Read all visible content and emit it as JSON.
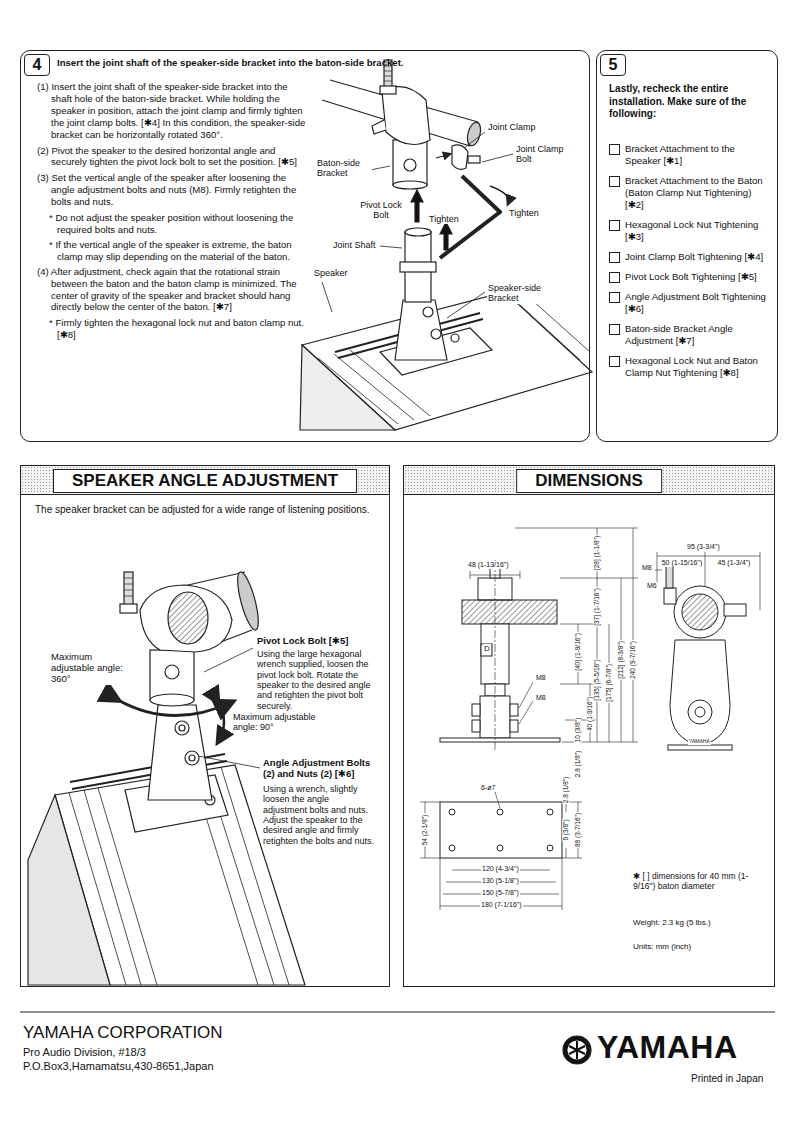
{
  "diagram": {
    "nodes": [
      {
        "text": [
          "4",
          "Insert the joint shaft of the speaker-side bracket into the baton-side bracket.",
          "(1) Insert the joint shaft of the speaker-side bracket into the shaft hole of the baton-side bracket. While holding the speaker in position, attach the joint clamp and firmly tighten the joint clamp bolts. [✱4] In this condition, the speaker-side bracket can be horizontally rotated 360°.",
          "(2) Pivot the speaker to the desired horizontal angle and securely tighten the pivot lock bolt to set the position. [✱5]",
          "(3) Set the vertical angle of the speaker after loosening the angle adjustment bolts and nuts (M8). Firmly retighten the bolts and nuts.",
          "* Do not adjust the speaker position without loosening the required bolts and nuts.",
          "* If the vertical angle of the speaker is extreme, the baton clamp may slip depending on the material of the baton.",
          "(4) After adjustment, check again that the rotational strain between the baton and the baton clamp is minimized. The center of gravity of the speaker and bracket should hang directly below the center of the baton. [✱7]",
          "* Firmly tighten the hexagonal lock nut and baton clamp nut. [✱8]"
        ]
      },
      {
        "text": [
          "5",
          "Lastly, recheck the entire installation. Make sure of the following:",
          "Bracket Attachment to the Speaker [✱1]",
          "Bracket Attachment to the Baton (Baton Clamp Nut Tightening) [✱2]",
          "Hexagonal Lock Nut Tightening [✱3]",
          "Joint Clamp Bolt Tightening [✱4]",
          "Pivot Lock Bolt Tightening [✱5]",
          "Angle Adjustment Bolt Tightening [✱6]",
          "Baton-side Bracket Angle Adjustment [✱7]",
          "Hexagonal Lock Nut and Baton Clamp Nut Tightening [✱8]"
        ]
      },
      {
        "text": [
          "SPEAKER ANGLE ADJUSTMENT",
          "The speaker bracket can be adjusted for a wide range of listening positions."
        ]
      },
      {
        "text": [
          "DIMENSIONS"
        ]
      }
    ],
    "labels": [
      "Joint Clamp",
      "Joint Clamp Bolt",
      "Baton-side Bracket",
      "Pivot Lock Bolt",
      "Tighten",
      "Tighten",
      "Joint Shaft",
      "Speaker",
      "Speaker-side Bracket",
      "Maximum adjustable angle: 360°",
      "Pivot Lock Bolt [✱5]",
      "Using the large hexagonal wrench supplied, loosen the pivot lock bolt. Rotate the speaker to the desired angle and retighten the pivot bolt securely.",
      "Maximum adjustable angle: 90°",
      "Angle Adjustment Bolts (2) and Nuts (2) [✱6]",
      "Using a wrench, slightly loosen the angle adjustment bolts and nuts. Adjust the speaker to the desired angle and firmly retighten the bolts and nuts.",
      "48 (1-13/16\")",
      "[28] (1-1/8\")",
      "[37] (1-7/16\")",
      "[40] (1-9/16\")",
      "D",
      "M8",
      "M8",
      "[135] (5-5/16\")",
      "[175] (6-7/8\")",
      "[212] (8-3/8\")",
      "240 (9-7/16\")",
      "10 (3/8\")",
      "40 (1-9/16\")",
      "2.8 (1/8\")",
      "95 (3-3/4\")",
      "50 (1-15/16\")",
      "45 (1-3/4\")",
      "M8",
      "M6",
      "YAMAHA",
      "6-ø7",
      "2.8 (1/8\")",
      "54 (2-1/8\")",
      "9 (3/8\")",
      "88 (3-7/16\")",
      "120 (4-3/4\")",
      "130 (5-1/8\")",
      "150 (5-7/8\")",
      "180 (7-1/16\")",
      "✱ [ ] dimensions for 40 mm (1-9/16\") baton diameter",
      "Weight: 2.3 kg (5 lbs.)",
      "Units: mm (inch)",
      "YAMAHA CORPORATION",
      "Pro Audio Division, #18/3",
      "P.O.Box3,Hamamatsu,430-8651,Japan",
      "YAMAHA",
      "Printed in Japan"
    ]
  }
}
